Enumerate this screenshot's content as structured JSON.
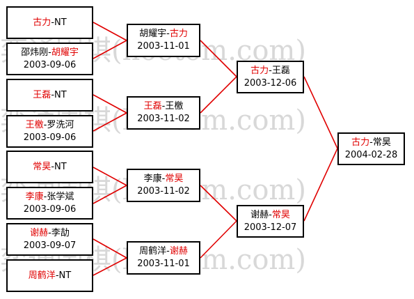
{
  "watermark": "弈通围棋(hoetom.com)",
  "colors": {
    "winner": "#e00000",
    "line": "#e00000",
    "border": "#000000"
  },
  "round1": [
    {
      "a": "古力",
      "sep": "-",
      "b": "NT",
      "winner": "a"
    },
    {
      "a": "邵炜刚",
      "sep": "-",
      "b": "胡耀宇",
      "date": "2003-09-06",
      "winner": "b"
    },
    {
      "a": "王磊",
      "sep": "-",
      "b": "NT",
      "winner": "a"
    },
    {
      "a": "王檄",
      "sep": "-",
      "b": "罗洗河",
      "date": "2003-09-06",
      "winner": "a"
    },
    {
      "a": "常昊",
      "sep": "-",
      "b": "NT",
      "winner": "a"
    },
    {
      "a": "李康",
      "sep": "-",
      "b": "张学斌",
      "date": "2003-09-06",
      "winner": "a"
    },
    {
      "a": "谢赫",
      "sep": "-",
      "b": "李劼",
      "date": "2003-09-07",
      "winner": "a"
    },
    {
      "a": "周鹤洋",
      "sep": "-",
      "b": "NT",
      "winner": "a"
    }
  ],
  "round2": [
    {
      "a": "胡耀宇",
      "sep": "-",
      "b": "古力",
      "date": "2003-11-01",
      "winner": "b"
    },
    {
      "a": "王磊",
      "sep": "-",
      "b": "王檄",
      "date": "2003-11-02",
      "winner": "a"
    },
    {
      "a": "李康",
      "sep": "-",
      "b": "常昊",
      "date": "2003-11-02",
      "winner": "b"
    },
    {
      "a": "周鹤洋",
      "sep": "-",
      "b": "谢赫",
      "date": "2003-11-01",
      "winner": "b"
    }
  ],
  "semifinal": [
    {
      "a": "古力",
      "sep": "-",
      "b": "王磊",
      "date": "2003-12-06",
      "winner": "a"
    },
    {
      "a": "谢赫",
      "sep": "-",
      "b": "常昊",
      "date": "2003-12-07",
      "winner": "b"
    }
  ],
  "final": {
    "a": "古力",
    "sep": "-",
    "b": "常昊",
    "date": "2004-02-28",
    "winner": "a"
  }
}
